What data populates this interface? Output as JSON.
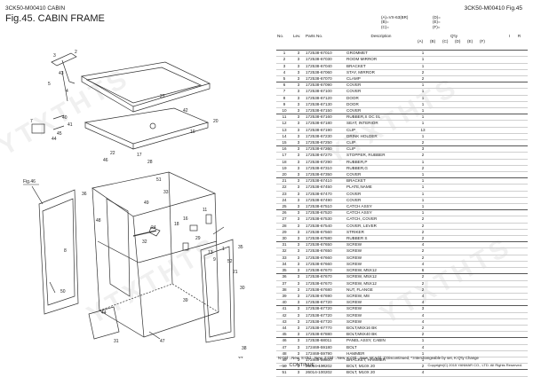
{
  "header": {
    "model_left": "3CK50-M00410   CABIN",
    "figure_title": "Fig.45.  CABIN FRAME",
    "model_right": "3CK50-M00410   Fig.45"
  },
  "codes_mid": [
    "(A)=VX-63(BR)",
    "(B)=",
    "(C)="
  ],
  "codes_right": [
    "(D)=",
    "(E)=",
    "(F)="
  ],
  "table": {
    "headers": {
      "no": "No.",
      "lev": "Lev.",
      "parts": "Parts No.",
      "desc": "Description",
      "qty": "Q'ty",
      "i": "I",
      "r": "R"
    },
    "qty_cols": [
      "(A)",
      "(B)",
      "(C)",
      "(D)",
      "(E)",
      "(F)"
    ],
    "rows": [
      {
        "no": "1",
        "lev": "3",
        "part": "172538-67010",
        "desc": "GROMMET",
        "q": "1"
      },
      {
        "no": "2",
        "lev": "3",
        "part": "172538-67030",
        "desc": "ROOM MIRROR",
        "q": "1"
      },
      {
        "no": "3",
        "lev": "3",
        "part": "172538-67040",
        "desc": "BRACKET",
        "q": "1"
      },
      {
        "no": "4",
        "lev": "3",
        "part": "172538-67060",
        "desc": "STAY, MIRROR",
        "q": "2"
      },
      {
        "no": "5",
        "lev": "3",
        "part": "172538-67070",
        "desc": "CLAMP",
        "q": "2"
      },
      {
        "no": "6",
        "lev": "3",
        "part": "172538-67090",
        "desc": "COVER",
        "q": "1"
      },
      {
        "no": "7",
        "lev": "3",
        "part": "172538-67100",
        "desc": "COVER",
        "q": "1"
      },
      {
        "no": "8",
        "lev": "3",
        "part": "172538-67120",
        "desc": "DOOR",
        "q": "1"
      },
      {
        "no": "9",
        "lev": "3",
        "part": "172538-67130",
        "desc": "DOOR",
        "q": "1"
      },
      {
        "no": "10",
        "lev": "3",
        "part": "172538-67150",
        "desc": "COVER",
        "q": "1"
      },
      {
        "no": "11",
        "lev": "3",
        "part": "172538-67160",
        "desc": "RUBBER,S OC 01",
        "q": "1"
      },
      {
        "no": "12",
        "lev": "3",
        "part": "172538-67180",
        "desc": "SEAT, INTERIOR",
        "q": "1"
      },
      {
        "no": "13",
        "lev": "3",
        "part": "172538-67190",
        "desc": "CLIP",
        "q": "13"
      },
      {
        "no": "14",
        "lev": "3",
        "part": "172538-67230",
        "desc": "DRINK HOLDER",
        "q": "1"
      },
      {
        "no": "15",
        "lev": "3",
        "part": "172538-67250",
        "desc": "CLIP",
        "q": "2"
      },
      {
        "no": "16",
        "lev": "3",
        "part": "172538-67260",
        "desc": "CLIP",
        "q": "3"
      },
      {
        "no": "17",
        "lev": "3",
        "part": "172538-67270",
        "desc": "STOPPER, RUBBER",
        "q": "2"
      },
      {
        "no": "18",
        "lev": "3",
        "part": "172538-67290",
        "desc": "RUBBER,P",
        "q": "1"
      },
      {
        "no": "19",
        "lev": "3",
        "part": "172538-67310",
        "desc": "RUBBER,G",
        "q": "2"
      },
      {
        "no": "20",
        "lev": "3",
        "part": "172538-67350",
        "desc": "COVER",
        "q": "1"
      },
      {
        "no": "21",
        "lev": "3",
        "part": "172538-67410",
        "desc": "BRACKET",
        "q": "1"
      },
      {
        "no": "22",
        "lev": "3",
        "part": "172538-67450",
        "desc": "PLATE,NAME",
        "q": "1"
      },
      {
        "no": "23",
        "lev": "3",
        "part": "172538-67470",
        "desc": "COVER",
        "q": "1"
      },
      {
        "no": "24",
        "lev": "3",
        "part": "172538-67490",
        "desc": "COVER",
        "q": "1"
      },
      {
        "no": "25",
        "lev": "3",
        "part": "172538-67510",
        "desc": "CATCH ASSY",
        "q": "1"
      },
      {
        "no": "26",
        "lev": "3",
        "part": "172538-67520",
        "desc": "CATCH ASSY",
        "q": "1"
      },
      {
        "no": "27",
        "lev": "3",
        "part": "172538-67530",
        "desc": "CATCH, COVER",
        "q": "2"
      },
      {
        "no": "28",
        "lev": "3",
        "part": "172538-67540",
        "desc": "COVER, LEVER",
        "q": "2"
      },
      {
        "no": "29",
        "lev": "3",
        "part": "172538-67560",
        "desc": "STRIKER",
        "q": "2"
      },
      {
        "no": "30",
        "lev": "3",
        "part": "172538-67580",
        "desc": "RUBBER S",
        "q": "2"
      },
      {
        "no": "31",
        "lev": "3",
        "part": "172538-67650",
        "desc": "SCREW",
        "q": "4"
      },
      {
        "no": "32",
        "lev": "3",
        "part": "172538-67650",
        "desc": "SCREW",
        "q": "2"
      },
      {
        "no": "33",
        "lev": "3",
        "part": "172538-67660",
        "desc": "SCREW",
        "q": "2"
      },
      {
        "no": "34",
        "lev": "3",
        "part": "172538-67660",
        "desc": "SCREW",
        "q": "4"
      },
      {
        "no": "35",
        "lev": "3",
        "part": "172538-67670",
        "desc": "SCREW, M5X12",
        "q": "6"
      },
      {
        "no": "36",
        "lev": "3",
        "part": "172538-67670",
        "desc": "SCREW, M5X12",
        "q": "2"
      },
      {
        "no": "37",
        "lev": "3",
        "part": "172538-67670",
        "desc": "SCREW, M5X12",
        "q": "2"
      },
      {
        "no": "38",
        "lev": "3",
        "part": "172538-67680",
        "desc": "NUT, FLANGE",
        "q": "2"
      },
      {
        "no": "39",
        "lev": "3",
        "part": "172538-67690",
        "desc": "SCREW, M8",
        "q": "4"
      },
      {
        "no": "40",
        "lev": "3",
        "part": "172538-67720",
        "desc": "SCREW",
        "q": "4"
      },
      {
        "no": "41",
        "lev": "3",
        "part": "172538-67720",
        "desc": "SCREW",
        "q": "3"
      },
      {
        "no": "42",
        "lev": "3",
        "part": "172538-67720",
        "desc": "SCREW",
        "q": "4"
      },
      {
        "no": "43",
        "lev": "3",
        "part": "172538-67720",
        "desc": "SCREW",
        "q": "4"
      },
      {
        "no": "44",
        "lev": "3",
        "part": "172538-67770",
        "desc": "BOLT,M6X16 BK",
        "q": "2"
      },
      {
        "no": "45",
        "lev": "3",
        "part": "172538-67880",
        "desc": "BOLT,M6X40 BK",
        "q": "2"
      },
      {
        "no": "46",
        "lev": "3",
        "part": "172538-68011",
        "desc": "PANEL ASSY, CABIN",
        "q": "1"
      },
      {
        "no": "47",
        "lev": "3",
        "part": "172469-59180",
        "desc": "BOLT",
        "q": "4"
      },
      {
        "no": "48",
        "lev": "3",
        "part": "172469-59790",
        "desc": "HAMMER",
        "q": "1"
      },
      {
        "no": "49",
        "lev": "3",
        "part": "172469-59800",
        "desc": "BRACKET, HAMMER",
        "q": "1"
      },
      {
        "no": "50",
        "lev": "3",
        "part": "26014-100202",
        "desc": "BOLT, M10X 20",
        "q": "2"
      },
      {
        "no": "51",
        "lev": "3",
        "part": "26014-100202",
        "desc": "BOLT, M10X 20",
        "q": "4"
      }
    ]
  },
  "footer": {
    "legend": "N:Old→New, S:Old→New, Z:Old→New, K:Old→New, W:Add, Z:Discontinued, *:Interchangeable by set, K:Q'ty Change",
    "continue": "→→ CONTINUE →→",
    "copyright": "Copyright(C) 2015 YANMAR CO., LTD. All Rights Reserved."
  },
  "watermarks": [
    "YTXTHTS",
    "YTXTHTS",
    "YTXTHTS",
    "YTXTHTS"
  ],
  "diagram_labels": {
    "fig_ref": "Fig.46",
    "callouts": [
      "3",
      "2",
      "43",
      "5",
      "4",
      "40",
      "41",
      "45",
      "44",
      "7",
      "23",
      "42",
      "20",
      "10",
      "46",
      "36",
      "22",
      "17",
      "28",
      "51",
      "33",
      "49",
      "48",
      "8",
      "24",
      "32",
      "18",
      "16",
      "29",
      "11",
      "13",
      "9",
      "1",
      "52",
      "21",
      "35",
      "30",
      "39",
      "50",
      "44",
      "31",
      "47",
      "38",
      "37"
    ]
  }
}
